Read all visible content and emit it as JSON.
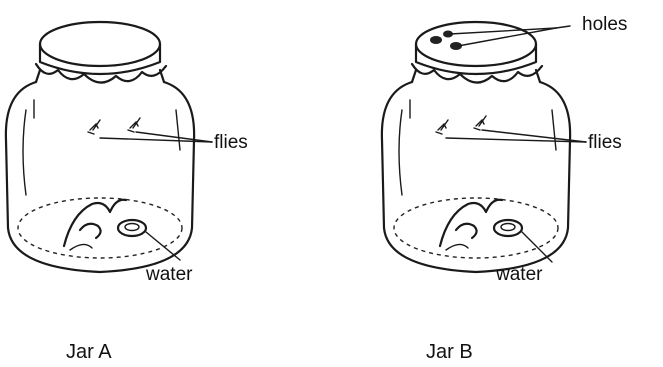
{
  "labels": {
    "holes": "holes",
    "flies_a": "flies",
    "flies_b": "flies",
    "water_a": "water",
    "water_b": "water",
    "jar_a": "Jar A",
    "jar_b": "Jar B"
  }
}
